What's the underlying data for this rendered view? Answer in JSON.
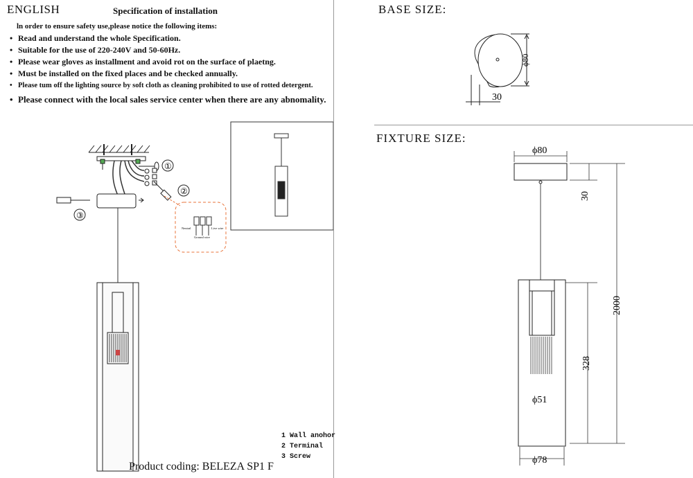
{
  "header": {
    "language": "ENGLISH",
    "title": "Specification of installation"
  },
  "intro": "ln order to ensure safety use,please notice the following items:",
  "instructions": [
    "Read and understand the whole Specification.",
    "Suitable for the use of 220-240V and 50-60Hz.",
    "Please wear gloves as installment and avoid rot on the surface of plaetng.",
    "Must be installed on the fixed places and be checked annually.",
    "Please tum off the lighting source by soft cloth as cleaning prohibited to use of rotted detergent.",
    "Please connect with the local sales service center when there are any abnomality."
  ],
  "callouts": {
    "one": "①",
    "two": "②",
    "three": "③"
  },
  "wiring_labels": {
    "neutral": "Neutral",
    "ground": "Ground wire",
    "live": "Live wire"
  },
  "legend": [
    "1 Wall anohor",
    "2 Terminal",
    "3 Screw"
  ],
  "product_coding": "Product coding: BELEZA SP1 F",
  "base": {
    "label": "BASE SIZE:",
    "diameter": "ϕ80",
    "height": "30"
  },
  "fixture": {
    "label": "FIXTURE SIZE:",
    "top_diameter": "ϕ80",
    "canopy_height": "30",
    "total_length": "2000",
    "shade_length": "328",
    "inner_diameter": "ϕ51",
    "outer_diameter": "ϕ78"
  },
  "colors": {
    "accent_orange": "#e8733a",
    "ink": "#111111"
  }
}
